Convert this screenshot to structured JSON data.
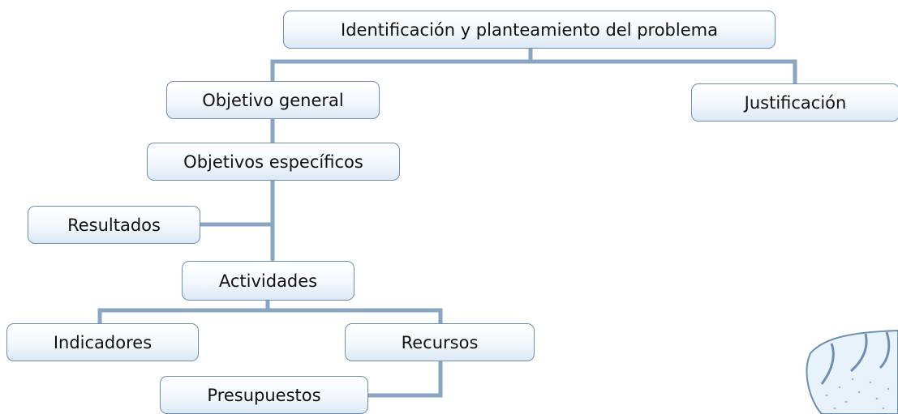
{
  "diagram": {
    "nodes": {
      "problem": "Identificación y planteamiento del problema",
      "general_objective": "Objetivo general",
      "justification": "Justificación",
      "specific_objectives": "Objetivos específicos",
      "results": "Resultados",
      "activities": "Actividades",
      "indicators": "Indicadores",
      "resources": "Recursos",
      "budgets": "Presupuestos"
    },
    "connector_color": "#8aa5c2",
    "border_color": "#6f8fb1"
  }
}
